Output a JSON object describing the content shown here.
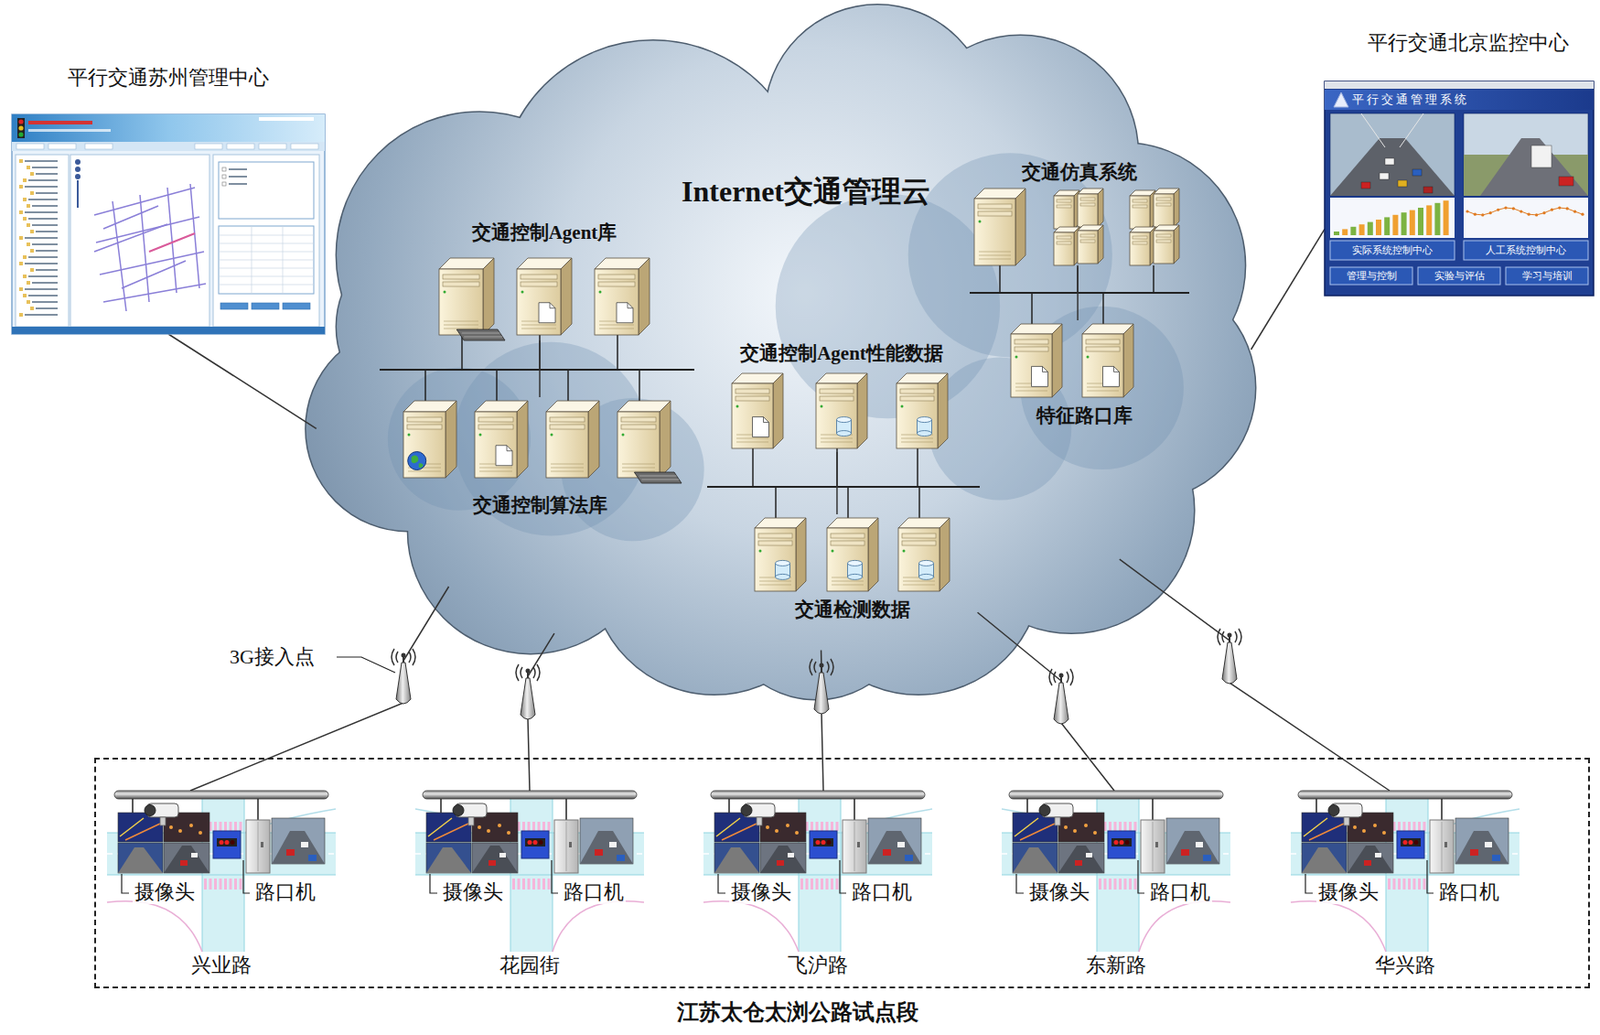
{
  "diagram": {
    "nodes": [
      {
        "text": [
          "平行交通苏州管理中心"
        ]
      },
      {
        "text": [
          "Internet交通管理云"
        ]
      },
      {
        "text": [
          "交通控制Agent库"
        ],
        "in": 1
      },
      {
        "text": [
          "交通控制算法库"
        ],
        "in": 1
      },
      {
        "text": [
          "交通控制Agent性能数据"
        ],
        "in": 1
      },
      {
        "text": [
          "交通检测数据"
        ],
        "in": 1
      },
      {
        "text": [
          "交通仿真系统"
        ],
        "in": 1
      },
      {
        "text": [
          "特征路口库"
        ],
        "in": 1
      },
      {
        "text": [
          "平行交通北京监控中心"
        ]
      },
      {
        "text": [
          "江苏太仓太浏公路试点段"
        ]
      },
      {
        "text": [
          "摄像头",
          "路口机",
          "兴业路"
        ],
        "in": 9
      },
      {
        "text": [
          "摄像头",
          "路口机",
          "花园街"
        ],
        "in": 9
      },
      {
        "text": [
          "摄像头",
          "路口机",
          "飞沪路"
        ],
        "in": 9
      },
      {
        "text": [
          "摄像头",
          "路口机",
          "东新路"
        ],
        "in": 9
      },
      {
        "text": [
          "摄像头",
          "路口机",
          "华兴路"
        ],
        "in": 9
      }
    ],
    "edges": [
      {
        "from": 0,
        "to": 1,
        "arrow": "none"
      },
      {
        "from": 8,
        "to": 1,
        "arrow": "none"
      },
      {
        "from": 2,
        "to": 3,
        "arrow": "none"
      },
      {
        "from": 4,
        "to": 5,
        "arrow": "none"
      },
      {
        "from": 6,
        "to": 7,
        "arrow": "none"
      },
      {
        "from": 1,
        "to": 10,
        "arrow": "none"
      },
      {
        "from": 1,
        "to": 11,
        "arrow": "none"
      },
      {
        "from": 1,
        "to": 12,
        "arrow": "none"
      },
      {
        "from": 1,
        "to": 13,
        "arrow": "none"
      },
      {
        "from": 1,
        "to": 14,
        "arrow": "none"
      }
    ],
    "labels": [
      "3G接入点",
      "平行交通管理系统",
      "实际系统控制中心",
      "人工系统控制中心",
      "管理与控制",
      "实验与评估",
      "学习与培训"
    ]
  }
}
